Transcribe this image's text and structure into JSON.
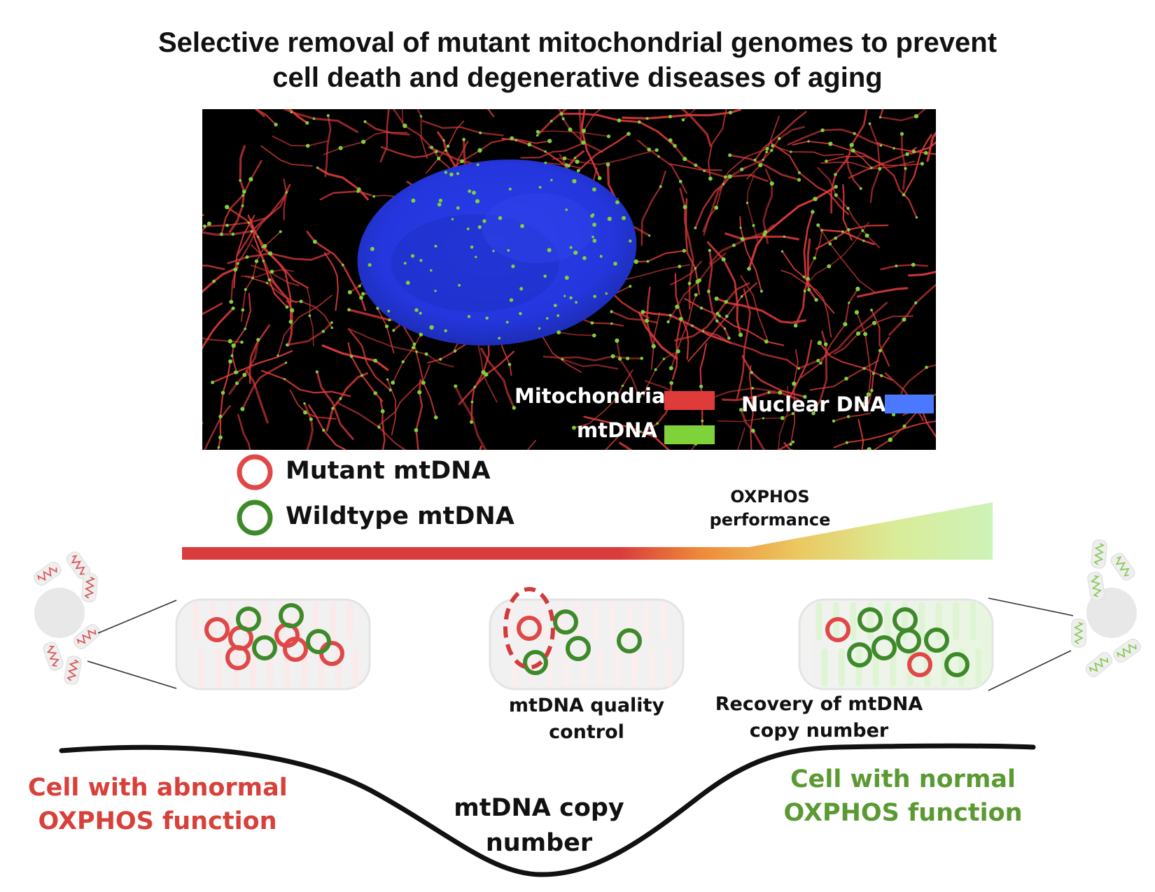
{
  "title": {
    "line1": "Selective removal of mutant mitochondrial genomes to prevent",
    "line2": "cell death and degenerative diseases of aging"
  },
  "micrograph": {
    "legend": {
      "mitochondria": "Mitochondria",
      "mtdna": "mtDNA",
      "nuclear_dna": "Nuclear DNA"
    },
    "colors": {
      "mitochondria": "#e03b3b",
      "mtdna": "#7fd23a",
      "nuclear_dna": "#4a78ff",
      "nucleus_fill": "#2233d8"
    }
  },
  "genome_legend": {
    "mutant": "Mutant mtDNA",
    "wildtype": "Wildtype mtDNA",
    "colors": {
      "mutant": "#e04848",
      "wildtype": "#3e8a2a"
    }
  },
  "oxphos_label": {
    "line1": "OXPHOS",
    "line2": "performance"
  },
  "stages": {
    "quality_control": {
      "line1": "mtDNA quality",
      "line2": "control"
    },
    "recovery": {
      "line1": "Recovery of  mtDNA",
      "line2": "copy number"
    }
  },
  "outcomes": {
    "abnormal": {
      "line1": "Cell with abnormal",
      "line2": "OXPHOS function",
      "color": "#d8403a"
    },
    "normal": {
      "line1": "Cell with normal",
      "line2": "OXPHOS function",
      "color": "#5b9a32"
    }
  },
  "curve_label": {
    "line1": "mtDNA copy",
    "line2": "number"
  }
}
